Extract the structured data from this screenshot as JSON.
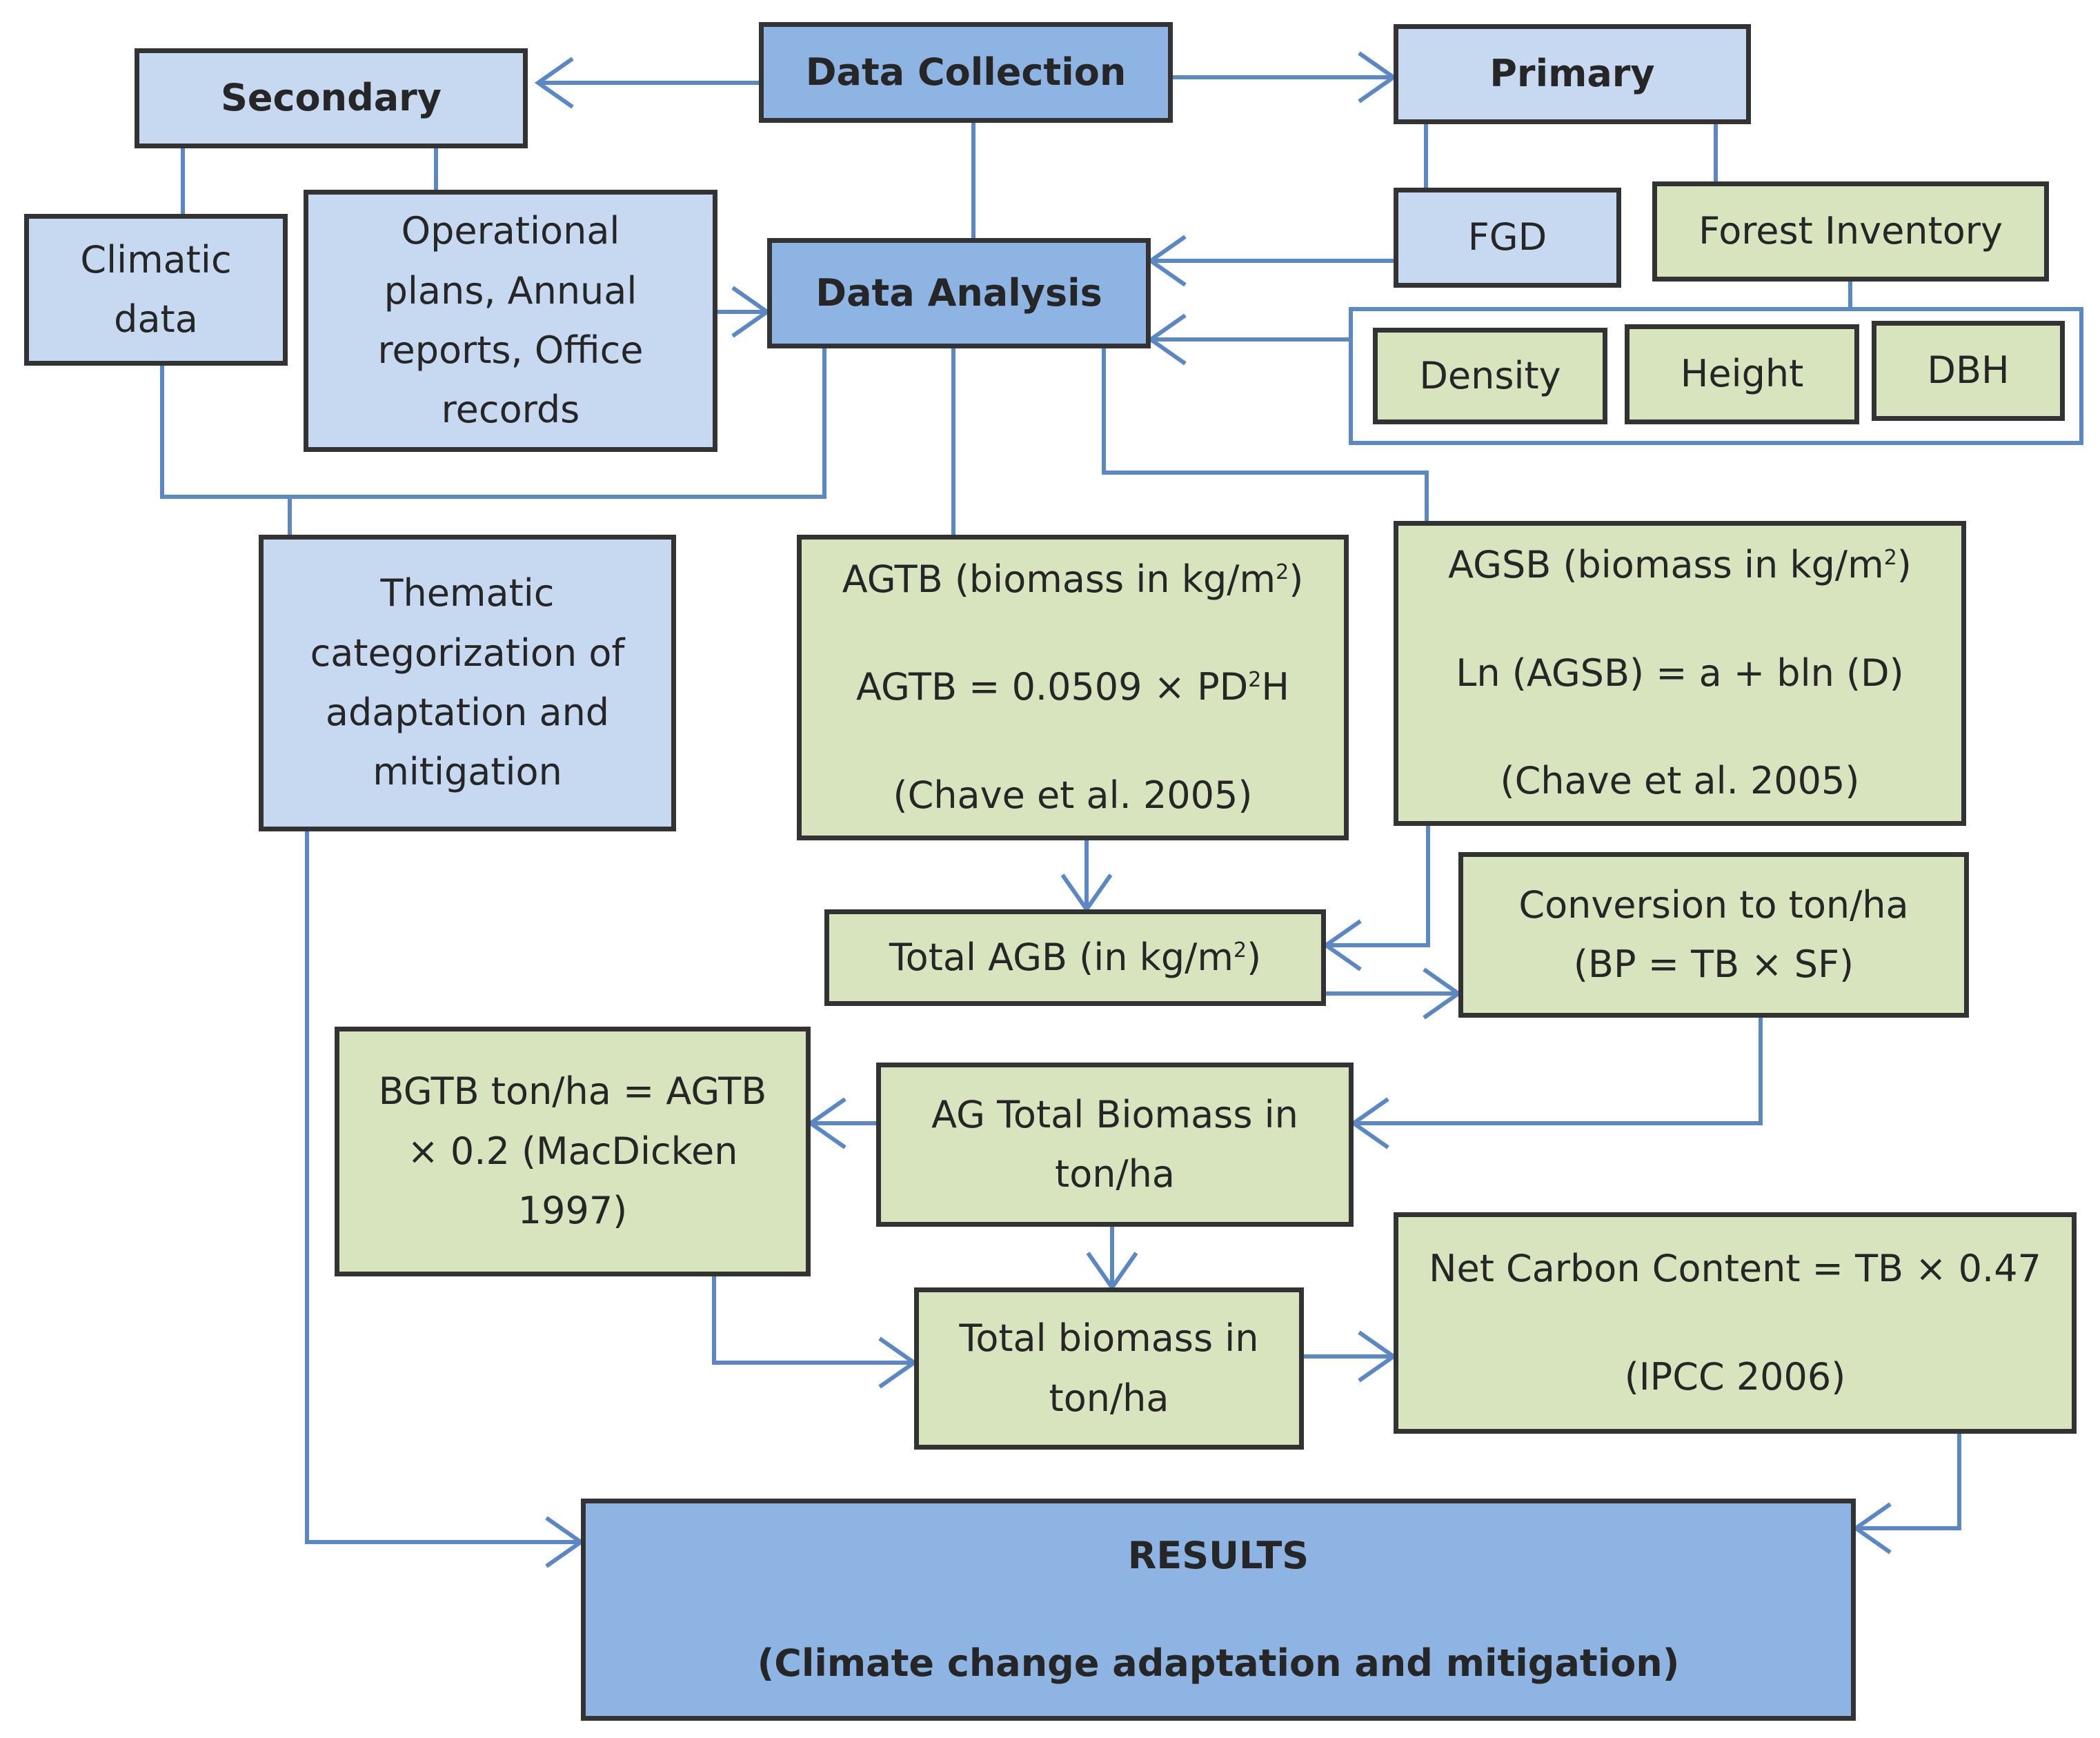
{
  "colors": {
    "light_blue": "#c6d9f1",
    "dark_blue": "#8eb4e3",
    "green": "#d7e4bd",
    "connector": "#5b87c5",
    "border": "#333333"
  },
  "nodes": {
    "data_collection": "Data Collection",
    "secondary": "Secondary",
    "primary": "Primary",
    "climatic_data": [
      "Climatic",
      "data"
    ],
    "operational_plans": [
      "Operational",
      "plans, Annual",
      "reports, Office",
      "records"
    ],
    "data_analysis": "Data Analysis",
    "fgd": "FGD",
    "forest_inventory": "Forest Inventory",
    "density": "Density",
    "height": "Height",
    "dbh": "DBH",
    "thematic": [
      "Thematic",
      "categorization of",
      "adaptation and",
      "mitigation"
    ],
    "agtb": {
      "title_pre": "AGTB (biomass in kg/m",
      "title_sup": "2",
      "title_post": ")",
      "eq_pre": "AGTB = 0.0509 × PD",
      "eq_sup": "2",
      "eq_post": "H",
      "ref": "(Chave et al. 2005)"
    },
    "agsb": {
      "title_pre": "AGSB (biomass in kg/m",
      "title_sup": "2",
      "title_post": ")",
      "eq": "Ln (AGSB) = a + bln (D)",
      "ref": "(Chave et al. 2005)"
    },
    "total_agb": {
      "pre": "Total AGB (in kg/m",
      "sup": "2",
      "post": ")"
    },
    "conversion": [
      "Conversion to ton/ha",
      "(BP = TB × SF)"
    ],
    "bgtb": [
      "BGTB ton/ha = AGTB",
      "× 0.2 (MacDicken",
      "1997)"
    ],
    "ag_total": [
      "AG Total Biomass in",
      "ton/ha"
    ],
    "total_biomass": [
      "Total biomass in",
      "ton/ha"
    ],
    "net_carbon": {
      "eq": "Net Carbon Content = TB × 0.47",
      "ref": "(IPCC 2006)"
    },
    "results": {
      "title": "RESULTS",
      "subtitle": "(Climate change adaptation and mitigation)"
    }
  }
}
